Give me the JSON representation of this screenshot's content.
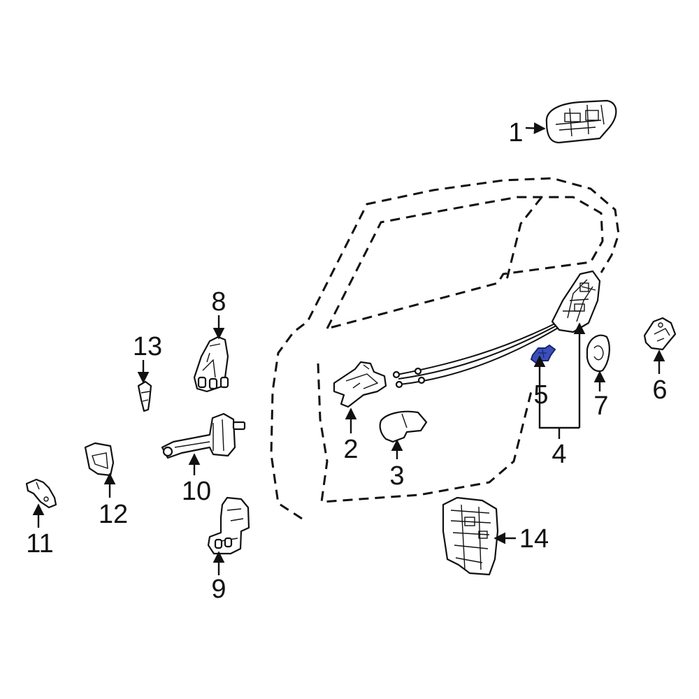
{
  "colors": {
    "line": "#111111",
    "highlight": "#3b4fb8",
    "background": "#ffffff"
  },
  "callouts": {
    "c1": "1",
    "c2": "2",
    "c3": "3",
    "c4": "4",
    "c5": "5",
    "c6": "6",
    "c7": "7",
    "c8": "8",
    "c9": "9",
    "c10": "10",
    "c11": "11",
    "c12": "12",
    "c13": "13",
    "c14": "14"
  },
  "parts": {
    "p1": "outside-handle-icon",
    "p2": "inside-handle-icon",
    "p3": "handle-bezel-icon",
    "p4": "lock-assembly-icon",
    "p5": "lock-clip-icon",
    "p6": "striker-icon",
    "p7": "handle-cover-icon",
    "p8": "upper-hinge-icon",
    "p9": "lower-hinge-icon",
    "p10": "door-check-icon",
    "p11": "bracket-icon",
    "p12": "retainer-icon",
    "p13": "clip-icon",
    "p14": "control-module-icon"
  }
}
